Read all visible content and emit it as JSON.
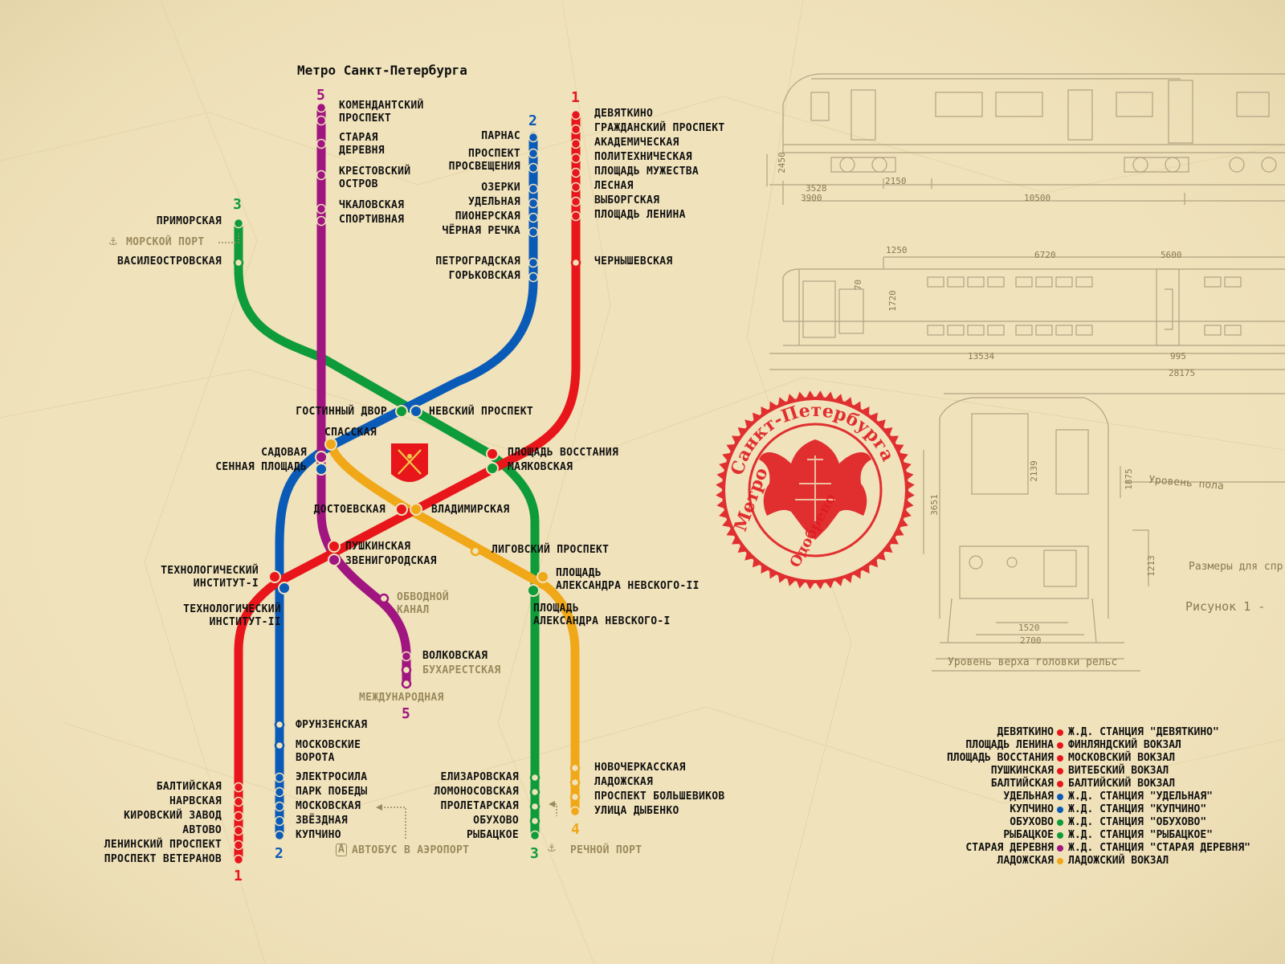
{
  "title": "Метро Санкт-Петербурга",
  "line_numbers": {
    "l1_top": "1",
    "l1_bottom": "1",
    "l2_top": "2",
    "l2_bottom": "2",
    "l3_top": "3",
    "l3_bottom": "3",
    "l4_bottom": "4",
    "l5_top": "5",
    "l5_bottom": "5"
  },
  "colors": {
    "line1": "#e8161b",
    "line2": "#0a5bb8",
    "line3": "#0e9b3a",
    "line4": "#f0a818",
    "line5": "#a0157f",
    "ghost": "#9b8a5e",
    "stamp": "#e01c22",
    "paper": "#f0e2bb",
    "blueprint": "#a8987a"
  },
  "stations": {
    "l5": [
      "КОМЕНДАНТСКИЙ",
      "ПРОСПЕКТ",
      "СТАРАЯ",
      "ДЕРЕВНЯ",
      "КРЕСТОВСКИЙ",
      "ОСТРОВ",
      "ЧКАЛОВСКАЯ",
      "СПОРТИВНАЯ"
    ],
    "l2": [
      "ПАРНАС",
      "ПРОСПЕКТ",
      "ПРОСВЕЩЕНИЯ",
      "ОЗЕРКИ",
      "УДЕЛЬНАЯ",
      "ПИОНЕРСКАЯ",
      "ЧЁРНАЯ РЕЧКА",
      "ПЕТРОГРАДСКАЯ",
      "ГОРЬКОВСКАЯ"
    ],
    "l1": [
      "ДЕВЯТКИНО",
      "ГРАЖДАНСКИЙ ПРОСПЕКТ",
      "АКАДЕМИЧЕСКАЯ",
      "ПОЛИТЕХНИЧЕСКАЯ",
      "ПЛОЩАДЬ МУЖЕСТВА",
      "ЛЕСНАЯ",
      "ВЫБОРГСКАЯ",
      "ПЛОЩАДЬ ЛЕНИНА",
      "ЧЕРНЫШЕВСКАЯ"
    ],
    "l3": [
      "ПРИМОРСКАЯ",
      "МОРСКОЙ ПОРТ",
      "ВАСИЛЕОСТРОВСКАЯ"
    ],
    "center": [
      "ГОСТИННЫЙ ДВОР",
      "НЕВСКИЙ ПРОСПЕКТ",
      "СПАССКАЯ",
      "САДОВАЯ",
      "СЕННАЯ ПЛОЩАДЬ",
      "ПЛОЩАДЬ ВОССТАНИЯ",
      "МАЯКОВСКАЯ",
      "ДОСТОЕВСКАЯ",
      "ВЛАДИМИРСКАЯ",
      "ЛИГОВСКИЙ ПРОСПЕКТ",
      "ПУШКИНСКАЯ",
      "ЗВЕНИГОРОДСКАЯ",
      "ТЕХНОЛОГИЧЕСКИЙ",
      "ИНСТИТУТ-I",
      "ТЕХНОЛОГИЧЕСКИЙ",
      "ИНСТИТУТ-II",
      "ПЛОЩАДЬ",
      "АЛЕКСАНДРА НЕВСКОГО-II",
      "ПЛОЩАДЬ",
      "АЛЕКСАНДРА НЕВСКОГО-I"
    ],
    "l5_south": [
      "ОБВОДНОЙ",
      "КАНАЛ",
      "ВОЛКОВСКАЯ",
      "БУХАРЕСТСКАЯ",
      "МЕЖДУНАРОДНАЯ"
    ],
    "l2_south": [
      "ФРУНЗЕНСКАЯ",
      "МОСКОВСКИЕ",
      "ВОРОТА",
      "ЭЛЕКТРОСИЛА",
      "ПАРК ПОБЕДЫ",
      "МОСКОВСКАЯ",
      "ЗВЁЗДНАЯ",
      "КУПЧИНО"
    ],
    "l1_south": [
      "БАЛТИЙСКАЯ",
      "НАРВСКАЯ",
      "КИРОВСКИЙ ЗАВОД",
      "АВТОВО",
      "ЛЕНИНСКИЙ ПРОСПЕКТ",
      "ПРОСПЕКТ ВЕТЕРАНОВ"
    ],
    "l3_south": [
      "ЕЛИЗАРОВСКАЯ",
      "ЛОМОНОСОВСКАЯ",
      "ПРОЛЕТАРСКАЯ",
      "ОБУХОВО",
      "РЫБАЦКОЕ"
    ],
    "l4_south": [
      "НОВОЧЕРКАССКАЯ",
      "ЛАДОЖСКАЯ",
      "ПРОСПЕКТ БОЛЬШЕВИКОВ",
      "УЛИЦА ДЫБЕНКО"
    ]
  },
  "extras": {
    "bus": "АВТОБУС В АЭРОПОРТ",
    "bus_badge": "A",
    "river_port": "РЕЧНОЙ ПОРТ"
  },
  "legend": [
    {
      "station": "ДЕВЯТКИНО",
      "line": "line1",
      "rail": "Ж.Д. СТАНЦИЯ \"ДЕВЯТКИНО\""
    },
    {
      "station": "ПЛОЩАДЬ ЛЕНИНА",
      "line": "line1",
      "rail": "ФИНЛЯНДСКИЙ ВОКЗАЛ"
    },
    {
      "station": "ПЛОЩАДЬ ВОССТАНИЯ",
      "line": "line1",
      "rail": "МОСКОВСКИЙ ВОКЗАЛ"
    },
    {
      "station": "ПУШКИНСКАЯ",
      "line": "line1",
      "rail": "ВИТЕБСКИЙ ВОКЗАЛ"
    },
    {
      "station": "БАЛТИЙСКАЯ",
      "line": "line1",
      "rail": "БАЛТИЙСКИЙ ВОКЗАЛ"
    },
    {
      "station": "УДЕЛЬНАЯ",
      "line": "line2",
      "rail": "Ж.Д. СТАНЦИЯ \"УДЕЛЬНАЯ\""
    },
    {
      "station": "КУПЧИНО",
      "line": "line2",
      "rail": "Ж.Д. СТАНЦИЯ \"КУПЧИНО\""
    },
    {
      "station": "ОБУХОВО",
      "line": "line3",
      "rail": "Ж.Д. СТАНЦИЯ \"ОБУХОВО\""
    },
    {
      "station": "РЫБАЦКОЕ",
      "line": "line3",
      "rail": "Ж.Д. СТАНЦИЯ \"РЫБАЦКОЕ\""
    },
    {
      "station": "СТАРАЯ ДЕРЕВНЯ",
      "line": "line5",
      "rail": "Ж.Д. СТАНЦИЯ \"СТАРАЯ ДЕРЕВНЯ\""
    },
    {
      "station": "ЛАДОЖСКАЯ",
      "line": "line4",
      "rail": "ЛАДОЖСКИЙ ВОКЗАЛ"
    }
  ],
  "stamp": {
    "ring_text": "Санкт-Петербурга",
    "ring_text_left": "Метро",
    "ring_text_bottom": "Одобрено"
  },
  "blueprint": {
    "dims_top": [
      "3528",
      "2150",
      "3900",
      "10500",
      "2450"
    ],
    "dims_mid": [
      "1250",
      "6720",
      "5600",
      "70",
      "1720",
      "13534",
      "995",
      "28175"
    ],
    "dims_front": [
      "2139",
      "1875",
      "3651",
      "1213",
      "1520",
      "2700"
    ],
    "floor_level": "Уровень пола",
    "rail_level": "Уровень верха головки рельс",
    "size_note": "Размеры для спр",
    "figure": "Рисунок 1 -"
  }
}
